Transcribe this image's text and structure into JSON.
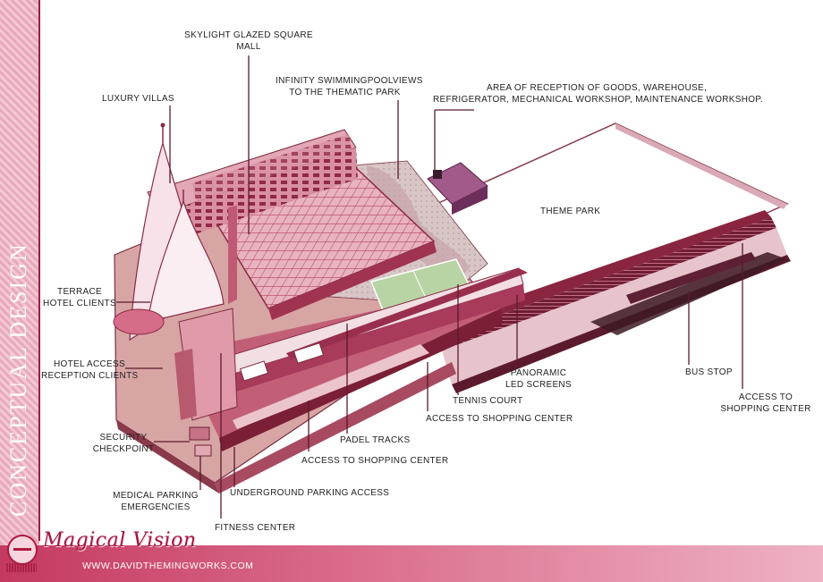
{
  "branding": {
    "vertical_title": "CONCEPTUAL DESIGN",
    "signature": "Magical Vision",
    "website": "WWW.DAVIDTHEMINGWORKS.COM"
  },
  "labels": {
    "skylight_mall": [
      "SKYLIGHT GLAZED SQUARE",
      "MALL"
    ],
    "infinity_pool": [
      "INFINITY SWIMMINGPOOLVIEWS",
      "TO THE THEMATIC PARK"
    ],
    "reception_goods": [
      "AREA OF RECEPTION OF GOODS, WAREHOUSE,",
      "REFRIGERATOR, MECHANICAL WORKSHOP, MAINTENANCE WORKSHOP."
    ],
    "luxury_villas": [
      "LUXURY VILLAS"
    ],
    "theme_park": [
      "THEME PARK"
    ],
    "terrace": [
      "TERRACE",
      "HOTEL CLIENTS"
    ],
    "hotel_access": [
      "HOTEL ACCESS",
      "RECEPTION CLIENTS"
    ],
    "security": [
      "SECURITY",
      "CHECKPOINT"
    ],
    "medical_parking": [
      "MEDICAL PARKING",
      "EMERGENCIES"
    ],
    "fitness_center": [
      "FITNESS CENTER"
    ],
    "underground_parking": [
      "UNDERGROUND PARKING ACCESS"
    ],
    "access_shopping_1": [
      "ACCESS TO SHOPPING CENTER"
    ],
    "padel_tracks": [
      "PADEL TRACKS"
    ],
    "access_shopping_2": [
      "ACCESS TO SHOPPING CENTER"
    ],
    "tennis_court": [
      "TENNIS COURT"
    ],
    "panoramic_screens": [
      "PANORAMIC",
      "LED SCREENS"
    ],
    "bus_stop": [
      "BUS STOP"
    ],
    "access_shopping_3": [
      "ACCESS TO",
      "SHOPPING CENTER"
    ]
  },
  "colors": {
    "accent": "#a01c45",
    "building_pink": "#d88a9e",
    "roof_grid": "#b8485f",
    "tennis_green": "#b8d4a4",
    "leader_line": "#5a1a2c"
  }
}
